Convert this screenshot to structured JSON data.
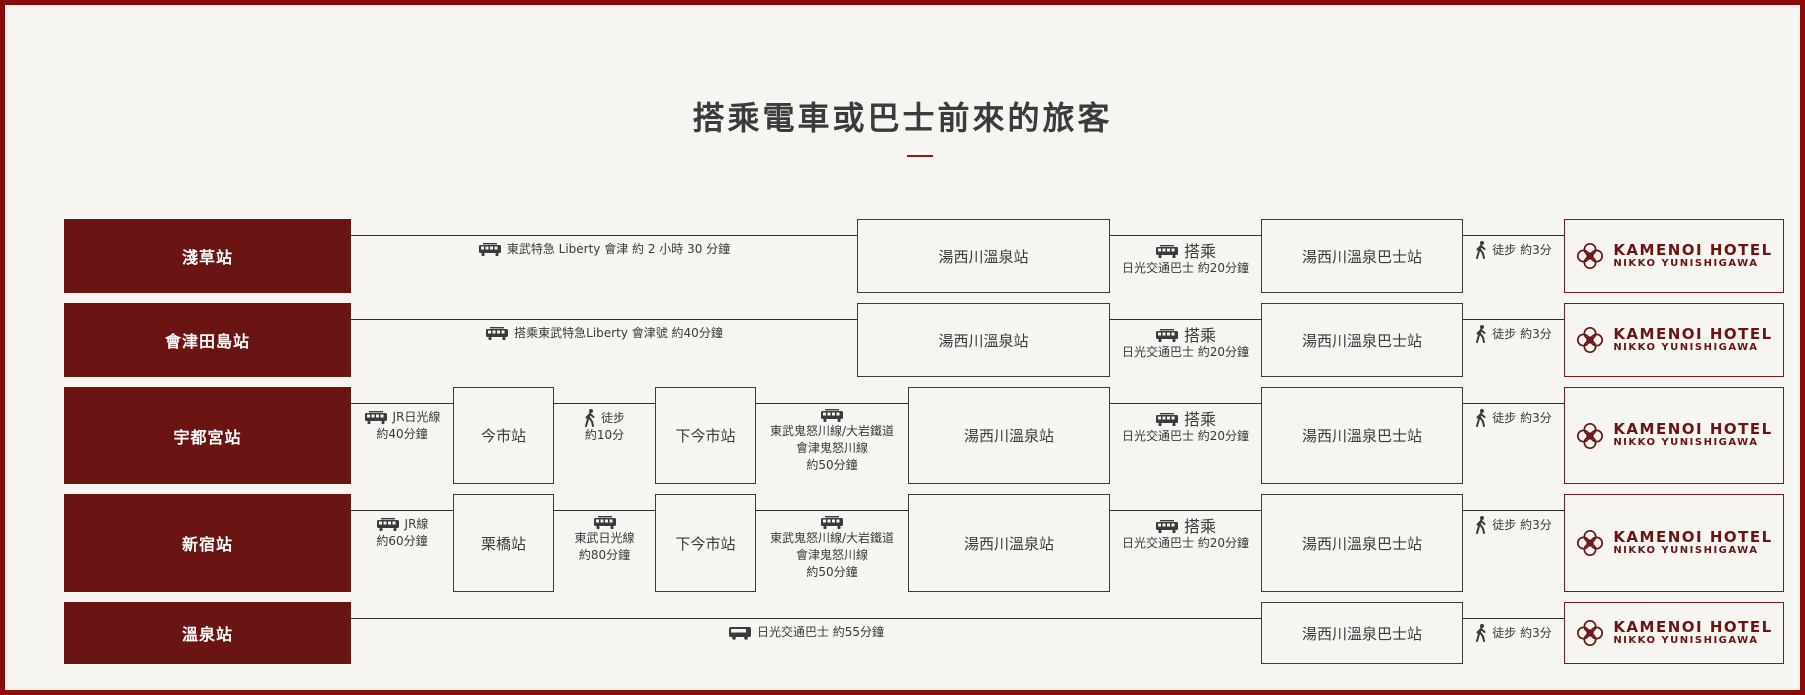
{
  "title": "搭乘電車或巴士前來的旅客",
  "hotel": {
    "name": "KAMENOI HOTEL",
    "sub": "NIKKO YUNISHIGAWA",
    "color": "#6a1414"
  },
  "colors": {
    "origin": "#6a1414",
    "border": "#8b0a0a",
    "background": "#f6f5f1"
  },
  "routes": [
    {
      "origin": "淺草站",
      "seg1": "東武特急 Liberty 會津 約 2 小時 30 分鐘",
      "station": "湯西川溫泉站",
      "bus_label": "搭乘",
      "bus_sub": "日光交通巴士 約20分鐘",
      "bus_stop": "湯西川溫泉巴士站",
      "walk": "徒步 約3分"
    },
    {
      "origin": "會津田島站",
      "seg1": "搭乘東武特急Liberty 會津號 約40分鐘",
      "station": "湯西川溫泉站",
      "bus_label": "搭乘",
      "bus_sub": "日光交通巴士 約20分鐘",
      "bus_stop": "湯西川溫泉巴士站",
      "walk": "徒步 約3分"
    },
    {
      "origin": "宇都宮站",
      "seg1_a": "JR日光線",
      "seg1_b": "約40分鐘",
      "stop1": "今市站",
      "seg2_a": "徒步",
      "seg2_b": "約10分",
      "stop2": "下今市站",
      "seg3_a": "東武鬼怒川線/大岩鐵道",
      "seg3_b": "會津鬼怒川線",
      "seg3_c": "約50分鐘",
      "station": "湯西川溫泉站",
      "bus_label": "搭乘",
      "bus_sub": "日光交通巴士 約20分鐘",
      "bus_stop": "湯西川溫泉巴士站",
      "walk": "徒步 約3分"
    },
    {
      "origin": "新宿站",
      "seg1_a": "JR線",
      "seg1_b": "約60分鐘",
      "stop1": "栗橋站",
      "seg2_a": "東武日光線",
      "seg2_b": "約80分鐘",
      "stop2": "下今市站",
      "seg3_a": "東武鬼怒川線/大岩鐵道",
      "seg3_b": "會津鬼怒川線",
      "seg3_c": "約50分鐘",
      "station": "湯西川溫泉站",
      "bus_label": "搭乘",
      "bus_sub": "日光交通巴士 約20分鐘",
      "bus_stop": "湯西川溫泉巴士站",
      "walk": "徒步 約3分"
    },
    {
      "origin": "溫泉站",
      "seg1": "日光交通巴士 約55分鐘",
      "bus_stop": "湯西川溫泉巴士站",
      "walk": "徒步 約3分"
    }
  ]
}
